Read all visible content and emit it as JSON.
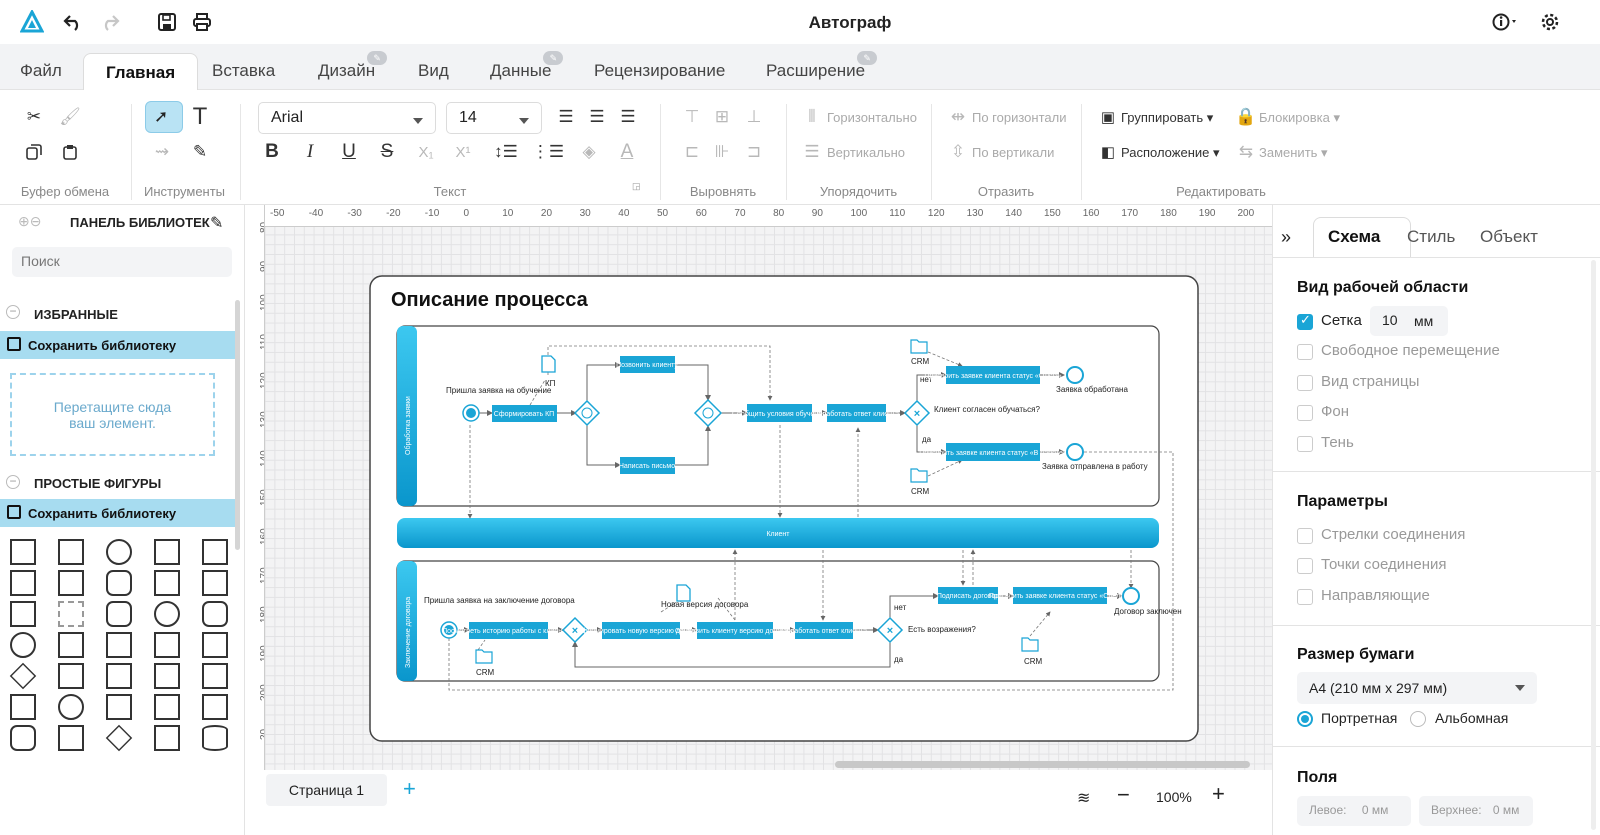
{
  "app": {
    "title": "Автограф"
  },
  "tabs": [
    {
      "label": "Файл"
    },
    {
      "label": "Главная"
    },
    {
      "label": "Вставка"
    },
    {
      "label": "Дизайн"
    },
    {
      "label": "Вид"
    },
    {
      "label": "Данные"
    },
    {
      "label": "Рецензирование"
    },
    {
      "label": "Расширение"
    }
  ],
  "ribbon": {
    "font_name": "Arial",
    "font_size": "14",
    "arrange": {
      "horizontal": "Горизонтально",
      "vertical": "Вертикально"
    },
    "flip": {
      "horizontal": "По горизонтали",
      "vertical": "По вертикали"
    },
    "edit": {
      "group": "Группировать",
      "lock": "Блокировка",
      "position": "Расположение",
      "replace": "Заменить"
    },
    "groups": {
      "clipboard": "Буфер обмена",
      "tools": "Инструменты",
      "text": "Текст",
      "align": "Выровнять",
      "order": "Упорядочить",
      "reflect": "Отразить",
      "edit": "Редактировать"
    }
  },
  "library": {
    "title": "ПАНЕЛЬ БИБЛИОТЕК",
    "search_placeholder": "Поиск",
    "favorites": "ИЗБРАННЫЕ",
    "save_label": "Сохранить библиотеку",
    "drop_hint": "Перетащите сюда ваш элемент.",
    "simple_shapes": "ПРОСТЫЕ ФИГУРЫ"
  },
  "diagram": {
    "title": "Описание процесса",
    "lane_top": "Обработка заявки",
    "lane_bottom": "Заключение договора",
    "client_lane": "Клиент",
    "top": {
      "start": "Пришла заявка на обучение",
      "kp": "КП",
      "form_kp": "Сформировать КП",
      "call": "Позвонить клиенту",
      "letter": "Написать письмо",
      "inform": "Сообщить условия обучения",
      "process": "Обработать ответ клиента",
      "question": "Клиент согласен обучаться?",
      "no": "нет",
      "yes": "да",
      "refuse": "Присвоить заявке клиента статус «Отказ»",
      "work": "Присвоить заявке клиента статус «В работе»",
      "done": "Заявка обработана",
      "sent": "Заявка отправлена в работу",
      "crm": "CRM"
    },
    "bottom": {
      "start": "Пришла заявка на заключение договора",
      "view": "Посмотреть историю работы с клиентом",
      "form": "Сформировать новую версию договора",
      "newver": "Новая версия договора",
      "send": "Отправить клиенту версию договора",
      "process": "Обработать ответ клиента",
      "objections": "Есть возражения?",
      "no": "нет",
      "yes": "да",
      "sign": "Подписать договор",
      "status": "Присвоить заявке клиента статус «Сделка»",
      "concluded": "Договор заключен",
      "crm": "CRM"
    }
  },
  "ruler": {
    "top": [
      "-50",
      "-40",
      "-30",
      "-20",
      "-10",
      "0",
      "10",
      "20",
      "30",
      "40",
      "50",
      "60",
      "70",
      "80",
      "90",
      "100",
      "110",
      "120",
      "130",
      "140",
      "150",
      "160",
      "170",
      "180",
      "190",
      "200"
    ],
    "left": [
      "80",
      "90",
      "100",
      "110",
      "120",
      "130",
      "140",
      "150",
      "160",
      "170",
      "180",
      "190",
      "200",
      "20"
    ]
  },
  "right_panel": {
    "tabs": [
      "Схема",
      "Стиль",
      "Объект"
    ],
    "workspace": "Вид рабочей области",
    "grid": "Сетка",
    "grid_size": "10",
    "grid_unit": "мм",
    "free_move": "Свободное перемещение",
    "page_view": "Вид страницы",
    "background": "Фон",
    "shadow": "Тень",
    "params": "Параметры",
    "conn_arrows": "Стрелки соединения",
    "conn_points": "Точки соединения",
    "guides": "Направляющие",
    "paper_size": "Размер бумаги",
    "paper_value": "А4 (210 мм x 297 мм)",
    "portrait": "Портретная",
    "landscape": "Альбомная",
    "margins": "Поля",
    "left_margin": "Левое:",
    "left_value": "0 мм",
    "top_margin": "Верхнее:",
    "top_value": "0 мм"
  },
  "bottom": {
    "page_tab": "Страница 1",
    "zoom": "100%"
  },
  "colors": {
    "accent": "#1aa5d6",
    "lane": "#20b4e4"
  }
}
